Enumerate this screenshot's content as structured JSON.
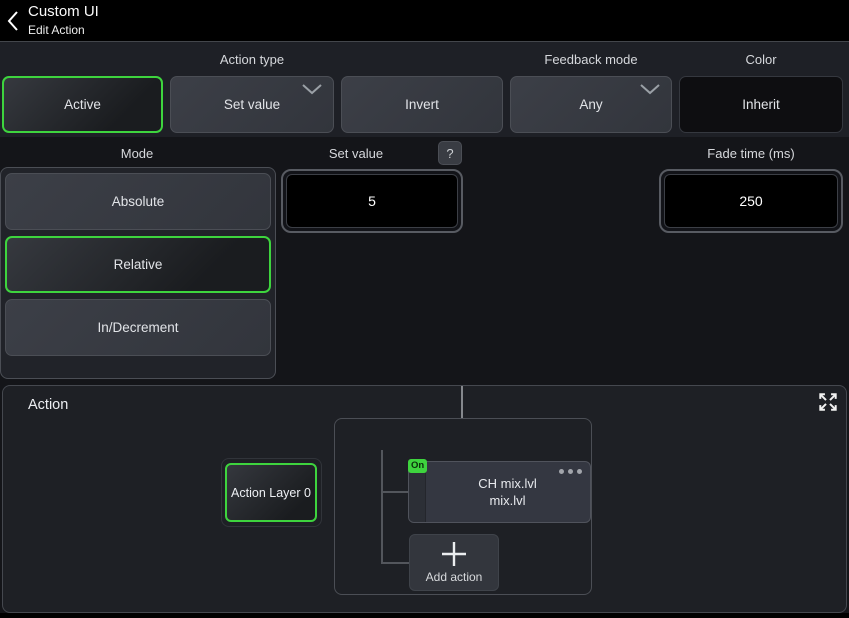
{
  "header": {
    "title": "Custom UI",
    "subtitle": "Edit Action"
  },
  "row1": {
    "action_type_label": "Action type",
    "feedback_mode_label": "Feedback mode",
    "color_label": "Color",
    "active": "Active",
    "set_value": "Set value",
    "invert": "Invert",
    "feedback_value": "Any",
    "color_value": "Inherit"
  },
  "row2": {
    "mode_label": "Mode",
    "mode_options": [
      "Absolute",
      "Relative",
      "In/Decrement"
    ],
    "mode_selected": "Relative",
    "set_value_label": "Set value",
    "help": "?",
    "set_value": "5",
    "fade_label": "Fade time (ms)",
    "fade_value": "250"
  },
  "graph": {
    "layer_node": "Action Layer 0",
    "group_title": "Action",
    "node": {
      "badge": "On",
      "line1": "CH mix.lvl",
      "line2": "mix.lvl"
    },
    "add_action": "Add action"
  },
  "colors": {
    "accent_green": "#3ed43e",
    "panel_bg": "#1e2026",
    "page_bg": "#141519"
  }
}
